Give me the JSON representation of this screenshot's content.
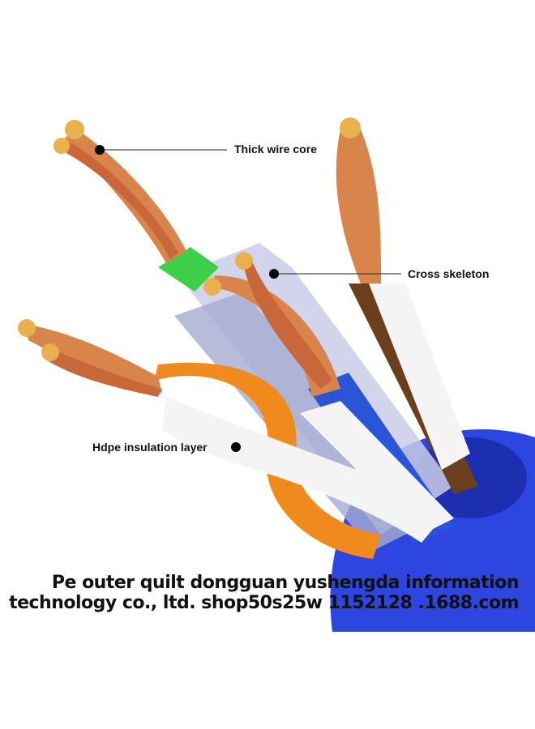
{
  "labels": {
    "core": "Thick wire core",
    "skeleton": "Cross skeleton",
    "insulation": "Hdpe insulation layer"
  },
  "caption": {
    "line1": "Pe outer quilt dongguan yushengda information",
    "line2": "technology co., ltd. shop50s25w 1152128 .1688.com"
  },
  "colors": {
    "jacket": "#2e46e0",
    "copper": "#d9844a",
    "orange": "#f08a1c",
    "brown": "#6b3f1c",
    "blue_wire": "#2a55d8",
    "green_wire": "#3ecf4a"
  }
}
